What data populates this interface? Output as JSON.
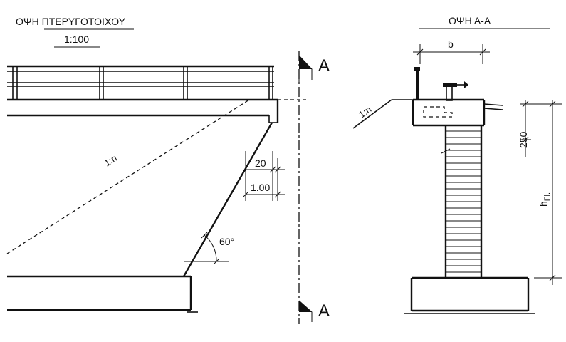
{
  "left_view": {
    "title": "ΟΨΗ ΠΤΕΡΥΓΟΤΟΙΧΟΥ",
    "scale": "1:100",
    "slope_label": "1:n",
    "dim_top": "20",
    "dim_bottom": "1.00",
    "angle_label": "60°"
  },
  "section_markers": {
    "top": "A",
    "bottom": "A"
  },
  "right_view": {
    "title": "ΟΨΗ Α-Α",
    "width_label": "b",
    "slope_label": "1:n",
    "dim_small": "250",
    "height_label_main": "h",
    "height_label_sub": "Fl."
  }
}
